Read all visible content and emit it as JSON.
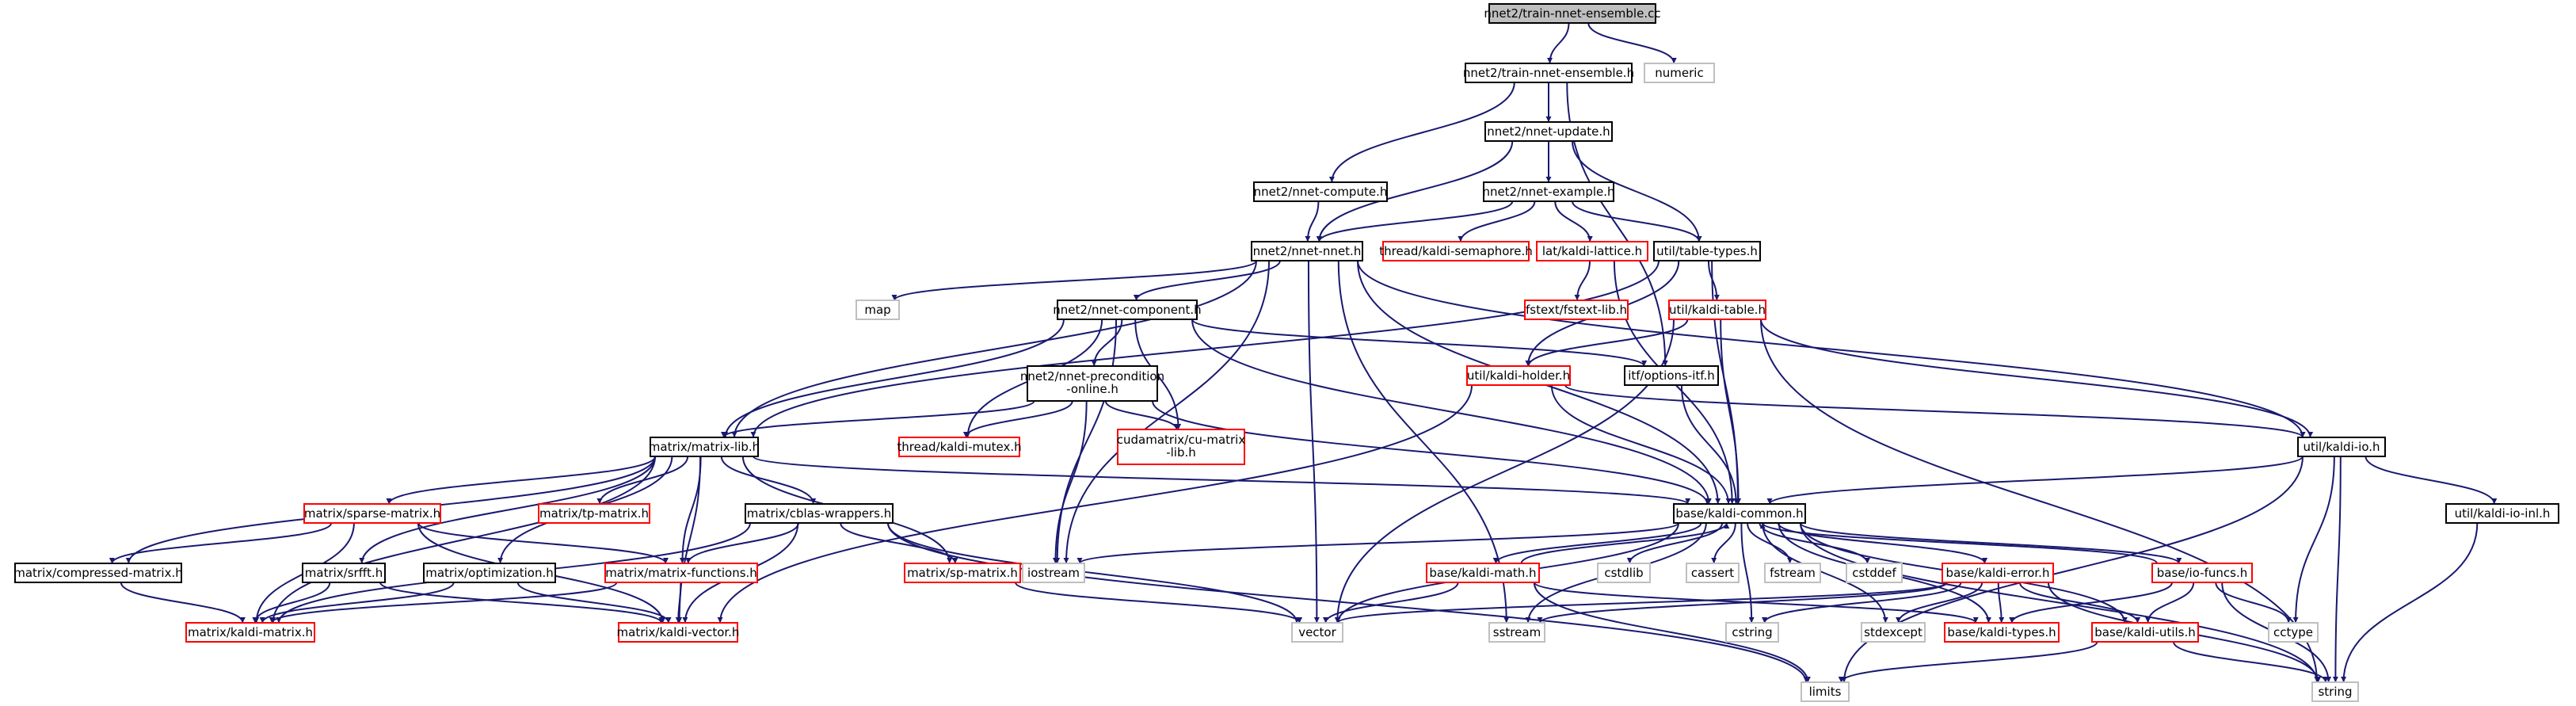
{
  "colors": {
    "edge": "#191970",
    "root_fill": "#bfbfbf",
    "node_border": "#000000",
    "undocumented_border": "#ff0000",
    "system_border": "#bfbfbf"
  },
  "nodes": [
    {
      "id": "root",
      "label": "nnet2/train-nnet-ensemble.cc",
      "kind": "root"
    },
    {
      "id": "tne_h",
      "label": "nnet2/train-nnet-ensemble.h",
      "kind": "normal"
    },
    {
      "id": "numeric",
      "label": "numeric",
      "kind": "system"
    },
    {
      "id": "nnet_update",
      "label": "nnet2/nnet-update.h",
      "kind": "normal"
    },
    {
      "id": "nnet_compute",
      "label": "nnet2/nnet-compute.h",
      "kind": "normal"
    },
    {
      "id": "nnet_example",
      "label": "nnet2/nnet-example.h",
      "kind": "normal"
    },
    {
      "id": "nnet_nnet",
      "label": "nnet2/nnet-nnet.h",
      "kind": "normal"
    },
    {
      "id": "semaphore",
      "label": "thread/kaldi-semaphore.h",
      "kind": "red"
    },
    {
      "id": "lattice",
      "label": "lat/kaldi-lattice.h",
      "kind": "red"
    },
    {
      "id": "table_types",
      "label": "util/table-types.h",
      "kind": "normal"
    },
    {
      "id": "map",
      "label": "map",
      "kind": "system"
    },
    {
      "id": "nnet_component",
      "label": "nnet2/nnet-component.h",
      "kind": "normal"
    },
    {
      "id": "fstext",
      "label": "fstext/fstext-lib.h",
      "kind": "red"
    },
    {
      "id": "kaldi_table",
      "label": "util/kaldi-table.h",
      "kind": "red"
    },
    {
      "id": "precond",
      "label": "nnet2/nnet-precondition\n-online.h",
      "kind": "normal"
    },
    {
      "id": "holder",
      "label": "util/kaldi-holder.h",
      "kind": "red"
    },
    {
      "id": "options",
      "label": "itf/options-itf.h",
      "kind": "normal"
    },
    {
      "id": "mutex",
      "label": "thread/kaldi-mutex.h",
      "kind": "red"
    },
    {
      "id": "cumatrix",
      "label": "cudamatrix/cu-matrix\n-lib.h",
      "kind": "red"
    },
    {
      "id": "matrix_lib",
      "label": "matrix/matrix-lib.h",
      "kind": "normal"
    },
    {
      "id": "kaldi_io",
      "label": "util/kaldi-io.h",
      "kind": "normal"
    },
    {
      "id": "sparse",
      "label": "matrix/sparse-matrix.h",
      "kind": "red"
    },
    {
      "id": "tp_matrix",
      "label": "matrix/tp-matrix.h",
      "kind": "red"
    },
    {
      "id": "cblas",
      "label": "matrix/cblas-wrappers.h",
      "kind": "normal"
    },
    {
      "id": "kaldi_common",
      "label": "base/kaldi-common.h",
      "kind": "normal"
    },
    {
      "id": "kaldi_io_inl",
      "label": "util/kaldi-io-inl.h",
      "kind": "normal"
    },
    {
      "id": "compressed",
      "label": "matrix/compressed-matrix.h",
      "kind": "normal"
    },
    {
      "id": "srfft",
      "label": "matrix/srfft.h",
      "kind": "normal"
    },
    {
      "id": "optimization",
      "label": "matrix/optimization.h",
      "kind": "normal"
    },
    {
      "id": "mfunctions",
      "label": "matrix/matrix-functions.h",
      "kind": "red"
    },
    {
      "id": "sp_matrix",
      "label": "matrix/sp-matrix.h",
      "kind": "red"
    },
    {
      "id": "iostream",
      "label": "iostream",
      "kind": "system"
    },
    {
      "id": "kaldi_math",
      "label": "base/kaldi-math.h",
      "kind": "red"
    },
    {
      "id": "cstdlib",
      "label": "cstdlib",
      "kind": "system"
    },
    {
      "id": "cassert",
      "label": "cassert",
      "kind": "system"
    },
    {
      "id": "fstream",
      "label": "fstream",
      "kind": "system"
    },
    {
      "id": "cstddef",
      "label": "cstddef",
      "kind": "system"
    },
    {
      "id": "kaldi_error",
      "label": "base/kaldi-error.h",
      "kind": "red"
    },
    {
      "id": "io_funcs",
      "label": "base/io-funcs.h",
      "kind": "red"
    },
    {
      "id": "kaldi_matrix",
      "label": "matrix/kaldi-matrix.h",
      "kind": "red"
    },
    {
      "id": "kaldi_vector",
      "label": "matrix/kaldi-vector.h",
      "kind": "red"
    },
    {
      "id": "vector",
      "label": "vector",
      "kind": "system"
    },
    {
      "id": "sstream",
      "label": "sstream",
      "kind": "system"
    },
    {
      "id": "cstring",
      "label": "cstring",
      "kind": "system"
    },
    {
      "id": "stdexcept",
      "label": "stdexcept",
      "kind": "system"
    },
    {
      "id": "kaldi_types",
      "label": "base/kaldi-types.h",
      "kind": "red"
    },
    {
      "id": "kaldi_utils",
      "label": "base/kaldi-utils.h",
      "kind": "red"
    },
    {
      "id": "cctype",
      "label": "cctype",
      "kind": "system"
    },
    {
      "id": "limits",
      "label": "limits",
      "kind": "system"
    },
    {
      "id": "string",
      "label": "string",
      "kind": "system"
    }
  ],
  "edges": [
    [
      "root",
      "tne_h"
    ],
    [
      "root",
      "numeric"
    ],
    [
      "tne_h",
      "nnet_update"
    ],
    [
      "tne_h",
      "nnet_compute"
    ],
    [
      "tne_h",
      "options"
    ],
    [
      "nnet_update",
      "nnet_example"
    ],
    [
      "nnet_update",
      "nnet_nnet"
    ],
    [
      "nnet_update",
      "table_types"
    ],
    [
      "nnet_compute",
      "nnet_nnet"
    ],
    [
      "nnet_example",
      "nnet_nnet"
    ],
    [
      "nnet_example",
      "semaphore"
    ],
    [
      "nnet_example",
      "lattice"
    ],
    [
      "nnet_example",
      "table_types"
    ],
    [
      "lattice",
      "fstext"
    ],
    [
      "lattice",
      "kaldi_common"
    ],
    [
      "table_types",
      "kaldi_table"
    ],
    [
      "table_types",
      "holder"
    ],
    [
      "table_types",
      "kaldi_common"
    ],
    [
      "table_types",
      "matrix_lib"
    ],
    [
      "kaldi_table",
      "holder"
    ],
    [
      "kaldi_table",
      "kaldi_io"
    ],
    [
      "kaldi_table",
      "kaldi_common"
    ],
    [
      "kaldi_table",
      "vector"
    ],
    [
      "kaldi_table",
      "string"
    ],
    [
      "holder",
      "kaldi_io"
    ],
    [
      "holder",
      "kaldi_common"
    ],
    [
      "holder",
      "kaldi_vector"
    ],
    [
      "nnet_nnet",
      "map"
    ],
    [
      "nnet_nnet",
      "nnet_component"
    ],
    [
      "nnet_nnet",
      "matrix_lib"
    ],
    [
      "nnet_nnet",
      "kaldi_common"
    ],
    [
      "nnet_nnet",
      "kaldi_io"
    ],
    [
      "nnet_nnet",
      "iostream"
    ],
    [
      "nnet_nnet",
      "vector"
    ],
    [
      "nnet_nnet",
      "sstream"
    ],
    [
      "nnet_component",
      "precond"
    ],
    [
      "nnet_component",
      "mutex"
    ],
    [
      "nnet_component",
      "cumatrix"
    ],
    [
      "nnet_component",
      "options"
    ],
    [
      "nnet_component",
      "matrix_lib"
    ],
    [
      "nnet_component",
      "kaldi_common"
    ],
    [
      "nnet_component",
      "iostream"
    ],
    [
      "precond",
      "mutex"
    ],
    [
      "precond",
      "cumatrix"
    ],
    [
      "precond",
      "matrix_lib"
    ],
    [
      "precond",
      "kaldi_common"
    ],
    [
      "precond",
      "iostream"
    ],
    [
      "options",
      "kaldi_common"
    ],
    [
      "matrix_lib",
      "sparse"
    ],
    [
      "matrix_lib",
      "tp_matrix"
    ],
    [
      "matrix_lib",
      "cblas"
    ],
    [
      "matrix_lib",
      "kaldi_common"
    ],
    [
      "matrix_lib",
      "compressed"
    ],
    [
      "matrix_lib",
      "srfft"
    ],
    [
      "matrix_lib",
      "optimization"
    ],
    [
      "matrix_lib",
      "mfunctions"
    ],
    [
      "matrix_lib",
      "sp_matrix"
    ],
    [
      "matrix_lib",
      "kaldi_matrix"
    ],
    [
      "matrix_lib",
      "kaldi_vector"
    ],
    [
      "sparse",
      "compressed"
    ],
    [
      "sparse",
      "kaldi_matrix"
    ],
    [
      "sparse",
      "kaldi_vector"
    ],
    [
      "sparse",
      "mfunctions"
    ],
    [
      "cblas",
      "sp_matrix"
    ],
    [
      "cblas",
      "mfunctions"
    ],
    [
      "cblas",
      "kaldi_matrix"
    ],
    [
      "cblas",
      "kaldi_vector"
    ],
    [
      "cblas",
      "vector"
    ],
    [
      "cblas",
      "limits"
    ],
    [
      "compressed",
      "kaldi_matrix"
    ],
    [
      "srfft",
      "kaldi_matrix"
    ],
    [
      "srfft",
      "kaldi_vector"
    ],
    [
      "optimization",
      "kaldi_matrix"
    ],
    [
      "optimization",
      "kaldi_vector"
    ],
    [
      "mfunctions",
      "kaldi_matrix"
    ],
    [
      "mfunctions",
      "kaldi_vector"
    ],
    [
      "sp_matrix",
      "vector"
    ],
    [
      "kaldi_io",
      "kaldi_io_inl"
    ],
    [
      "kaldi_io",
      "kaldi_common"
    ],
    [
      "kaldi_io",
      "cctype"
    ],
    [
      "kaldi_io",
      "limits"
    ],
    [
      "kaldi_io",
      "string"
    ],
    [
      "kaldi_io_inl",
      "string"
    ],
    [
      "kaldi_common",
      "iostream"
    ],
    [
      "kaldi_common",
      "kaldi_math"
    ],
    [
      "kaldi_common",
      "cstdlib"
    ],
    [
      "kaldi_common",
      "cassert"
    ],
    [
      "kaldi_common",
      "fstream"
    ],
    [
      "kaldi_common",
      "cstddef"
    ],
    [
      "kaldi_common",
      "kaldi_error"
    ],
    [
      "kaldi_common",
      "io_funcs"
    ],
    [
      "kaldi_common",
      "vector"
    ],
    [
      "kaldi_common",
      "sstream"
    ],
    [
      "kaldi_common",
      "cstring"
    ],
    [
      "kaldi_common",
      "stdexcept"
    ],
    [
      "kaldi_common",
      "kaldi_types"
    ],
    [
      "kaldi_common",
      "kaldi_utils"
    ],
    [
      "kaldi_common",
      "string"
    ],
    [
      "kaldi_math",
      "vector"
    ],
    [
      "kaldi_math",
      "limits"
    ],
    [
      "kaldi_math",
      "kaldi_types"
    ],
    [
      "kaldi_math",
      "kaldi_common"
    ],
    [
      "kaldi_error",
      "sstream"
    ],
    [
      "kaldi_error",
      "cstring"
    ],
    [
      "kaldi_error",
      "stdexcept"
    ],
    [
      "kaldi_error",
      "kaldi_types"
    ],
    [
      "kaldi_error",
      "kaldi_utils"
    ],
    [
      "kaldi_error",
      "string"
    ],
    [
      "kaldi_error",
      "vector"
    ],
    [
      "io_funcs",
      "kaldi_types"
    ],
    [
      "io_funcs",
      "kaldi_utils"
    ],
    [
      "io_funcs",
      "cctype"
    ],
    [
      "io_funcs",
      "string"
    ],
    [
      "io_funcs",
      "kaldi_common"
    ],
    [
      "kaldi_utils",
      "limits"
    ],
    [
      "kaldi_utils",
      "string"
    ]
  ]
}
